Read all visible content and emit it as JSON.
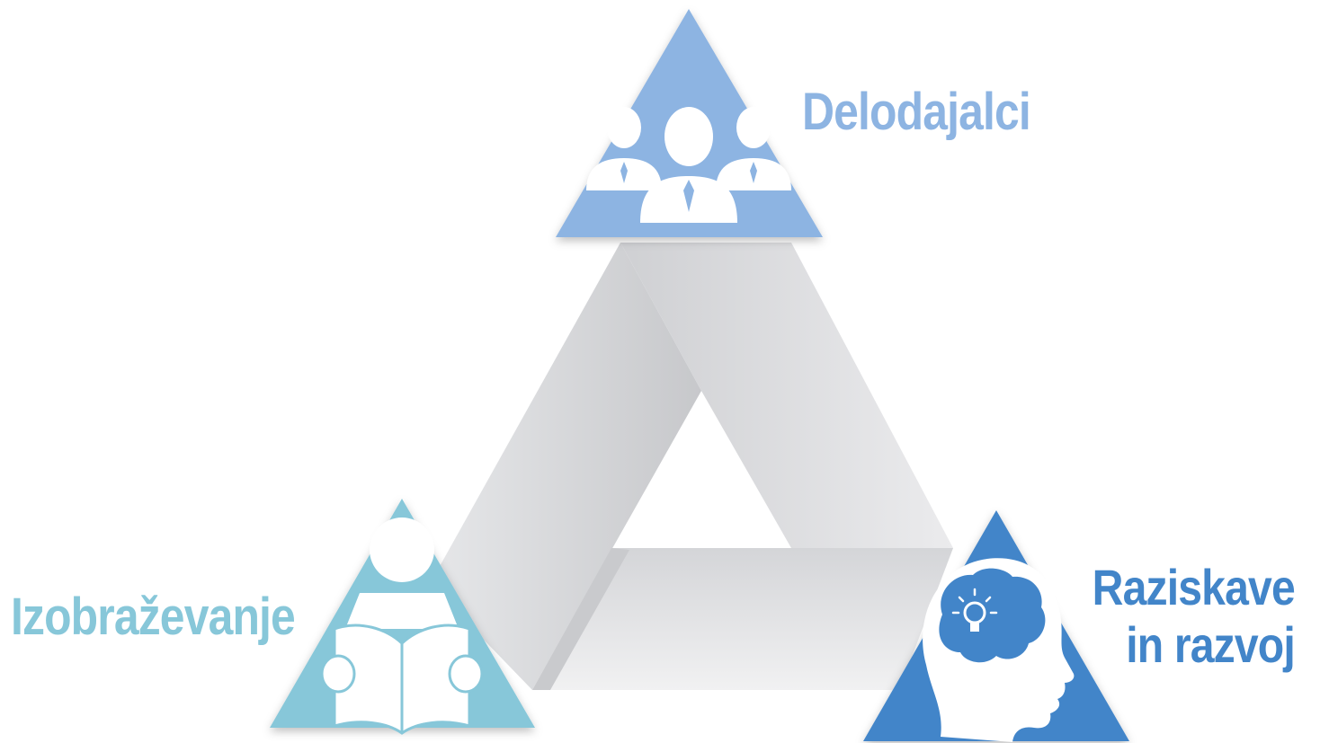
{
  "labels": {
    "top": "Delodajalci",
    "left": "Izobraževanje",
    "right_line1": "Raziskave",
    "right_line2": "in razvoj"
  },
  "icons": {
    "top": "business-people-icon",
    "left": "reading-person-icon",
    "right": "head-lightbulb-idea-icon"
  },
  "colors": {
    "top": "#8db4e2",
    "left": "#87c7d9",
    "right": "#4285c9",
    "band": "#d9dadc"
  }
}
